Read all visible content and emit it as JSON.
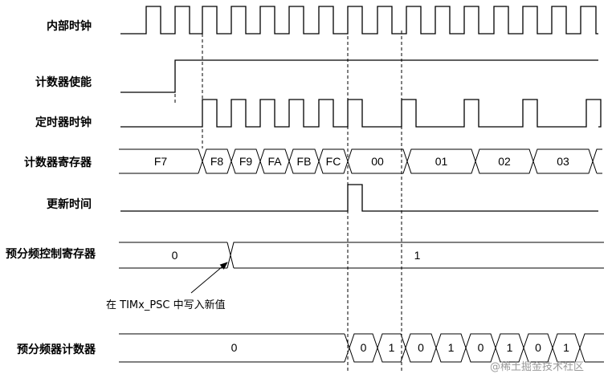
{
  "signals": {
    "internal_clock": "内部时钟",
    "counter_enable": "计数器使能",
    "timer_clock": "定时器时钟",
    "counter_register": "计数器寄存器",
    "update_event": "更新时间",
    "prescaler_control_register": "预分频控制寄存器",
    "prescaler_counter": "预分频器计数器"
  },
  "counter_register_values": [
    "F7",
    "F8",
    "F9",
    "FA",
    "FB",
    "FC",
    "00",
    "01",
    "02",
    "03"
  ],
  "prescaler_control_values": [
    "0",
    "1"
  ],
  "prescaler_counter_values": [
    "0",
    "0",
    "1",
    "0",
    "1",
    "0",
    "1",
    "0",
    "1"
  ],
  "annotation": "在 TIMx_PSC 中写入新值",
  "watermark": "@稀土掘金技术社区"
}
